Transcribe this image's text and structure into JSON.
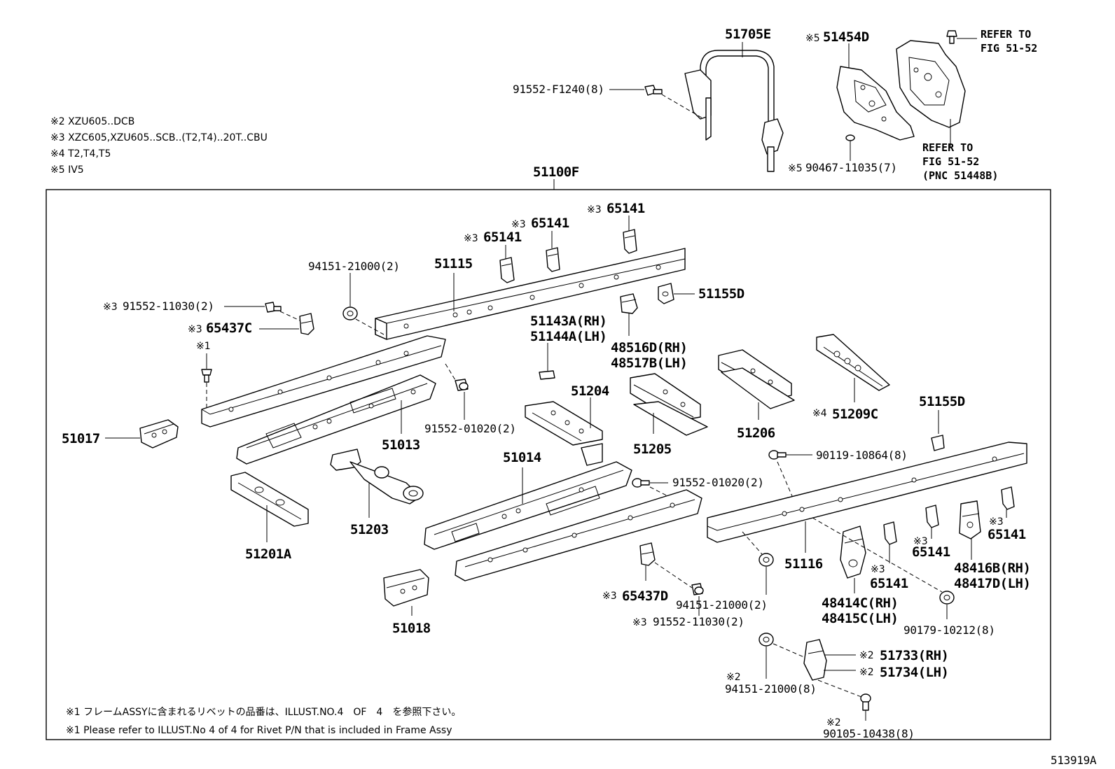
{
  "diagram_id": "513919A",
  "assembly": "51100F",
  "notes": [
    "※2 XZU605..DCB",
    "※3 XZC605,XZU605..SCB..(T2,T4)..20T..CBU",
    "※4 T2,T4,T5",
    "※5 IV5"
  ],
  "footnotes": [
    "※1 フレームASSYに含まれるリベットの品番は、ILLUST.NO.4　OF　4　を参照下さい。",
    "※1 Please refer to ILLUST.No 4 of 4 for Rivet P/N that is included in Frame Assy"
  ],
  "refs": {
    "top_right_1": "REFER TO",
    "top_right_2": "FIG 51-52",
    "mid_right_1": "REFER TO",
    "mid_right_2": "FIG 51-52",
    "mid_right_3": "(PNC 51448B)"
  },
  "labels": {
    "p51705E": "51705E",
    "p51454D_mark": "※5",
    "p51454D": "51454D",
    "p91552F1240": "91552-F1240(8)",
    "p90467_mark": "※5",
    "p90467": "90467-11035(7)",
    "p65141a_mark": "※3",
    "p65141a": "65141",
    "p65141b_mark": "※3",
    "p65141b": "65141",
    "p65141c_mark": "※3",
    "p65141c": "65141",
    "p94151a": "94151-21000(2)",
    "p51115": "51115",
    "p91552_11030a_mark": "※3",
    "p91552_11030a": "91552-11030(2)",
    "p65437C_mark": "※3",
    "p65437C": "65437C",
    "p51155Da": "51155D",
    "p51143A": "51143A(RH)",
    "p51144A": "51144A(LH)",
    "p48516D": "48516D(RH)",
    "p48517B": "48517B(LH)",
    "p_rivet_mark": "※1",
    "p51017": "51017",
    "p51013": "51013",
    "p91552_01020a": "91552-01020(2)",
    "p51204": "51204",
    "p51205": "51205",
    "p51206": "51206",
    "p51209C_mark": "※4",
    "p51209C": "51209C",
    "p51155Db": "51155D",
    "p90119": "90119-10864(8)",
    "p51014": "51014",
    "p91552_01020b": "91552-01020(2)",
    "p51203": "51203",
    "p51201A": "51201A",
    "p51116": "51116",
    "p65141d_mark": "※3",
    "p65141d": "65141",
    "p65141e_mark": "※3",
    "p65141e": "65141",
    "p65141f_mark": "※3",
    "p65141f": "65141",
    "p48416B": "48416B(RH)",
    "p48417D": "48417D(LH)",
    "p65437D_mark": "※3",
    "p65437D": "65437D",
    "p91552_11030b_mark": "※3",
    "p91552_11030b": "91552-11030(2)",
    "p94151b": "94151-21000(2)",
    "p48414C": "48414C(RH)",
    "p48415C": "48415C(LH)",
    "p90179": "90179-10212(8)",
    "p51018": "51018",
    "p51733_mark": "※2",
    "p51733": "51733(RH)",
    "p51734_mark": "※2",
    "p51734": "51734(LH)",
    "p94151c_mark": "※2",
    "p94151c": "94151-21000(8)",
    "p90105_mark": "※2",
    "p90105": "90105-10438(8)"
  }
}
